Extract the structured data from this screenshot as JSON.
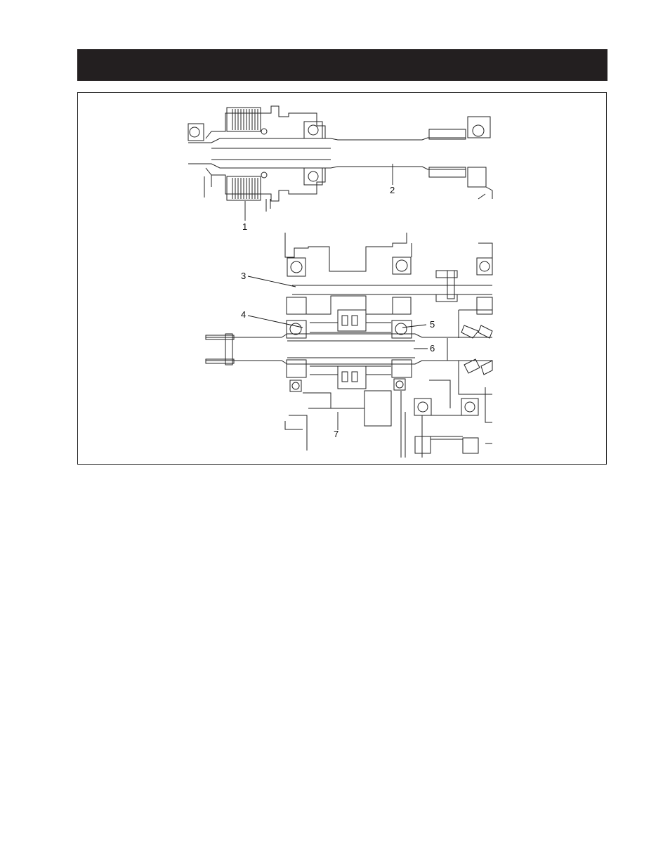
{
  "header": {
    "title": ""
  },
  "figure": {
    "callouts": [
      {
        "number": "1"
      },
      {
        "number": "2"
      },
      {
        "number": "3"
      },
      {
        "number": "4"
      },
      {
        "number": "5"
      },
      {
        "number": "6"
      },
      {
        "number": "7"
      }
    ]
  },
  "colors": {
    "ink": "#231f20",
    "line": "#222222",
    "page": "#ffffff"
  }
}
